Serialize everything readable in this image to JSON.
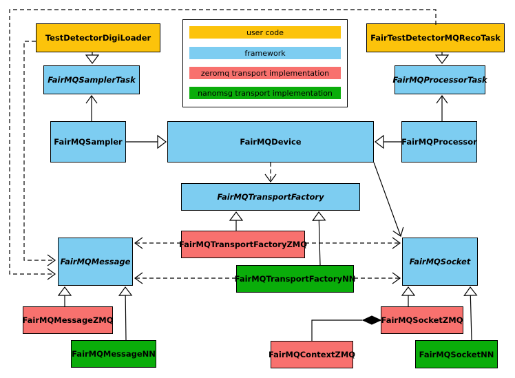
{
  "colors": {
    "user": "#FCC30B",
    "framework": "#7DCDF1",
    "zeromq": "#F8716E",
    "nanomsg": "#0AAD0A",
    "line": "#000000",
    "background": "#FFFFFF"
  },
  "legend": {
    "items": [
      {
        "label": "user code",
        "color": "#FCC30B"
      },
      {
        "label": "framework",
        "color": "#7DCDF1"
      },
      {
        "label": "zeromq transport implementation",
        "color": "#F8716E"
      },
      {
        "label": "nanomsg transport implementation",
        "color": "#0AAD0A"
      }
    ]
  },
  "nodes": {
    "digiLoader": {
      "label": "TestDetectorDigiLoader",
      "color": "#FCC30B"
    },
    "samplerTask": {
      "label": "FairMQSamplerTask",
      "color": "#7DCDF1"
    },
    "recoTask": {
      "label": "FairTestDetectorMQRecoTask",
      "color": "#FCC30B"
    },
    "processorTask": {
      "label": "FairMQProcessorTask",
      "color": "#7DCDF1"
    },
    "sampler": {
      "label": "FairMQSampler",
      "color": "#7DCDF1"
    },
    "device": {
      "label": "FairMQDevice",
      "color": "#7DCDF1"
    },
    "processor": {
      "label": "FairMQProcessor",
      "color": "#7DCDF1"
    },
    "transportFactory": {
      "label": "FairMQTransportFactory",
      "color": "#7DCDF1"
    },
    "transportFactoryZMQ": {
      "label": "FairMQTransportFactoryZMQ",
      "color": "#F8716E"
    },
    "transportFactoryNN": {
      "label": "FairMQTransportFactoryNN",
      "color": "#0AAD0A"
    },
    "message": {
      "label": "FairMQMessage",
      "color": "#7DCDF1"
    },
    "socket": {
      "label": "FairMQSocket",
      "color": "#7DCDF1"
    },
    "messageZMQ": {
      "label": "FairMQMessageZMQ",
      "color": "#F8716E"
    },
    "messageNN": {
      "label": "FairMQMessageNN",
      "color": "#0AAD0A"
    },
    "contextZMQ": {
      "label": "FairMQContextZMQ",
      "color": "#F8716E"
    },
    "socketZMQ": {
      "label": "FairMQSocketZMQ",
      "color": "#F8716E"
    },
    "socketNN": {
      "label": "FairMQSocketNN",
      "color": "#0AAD0A"
    }
  }
}
